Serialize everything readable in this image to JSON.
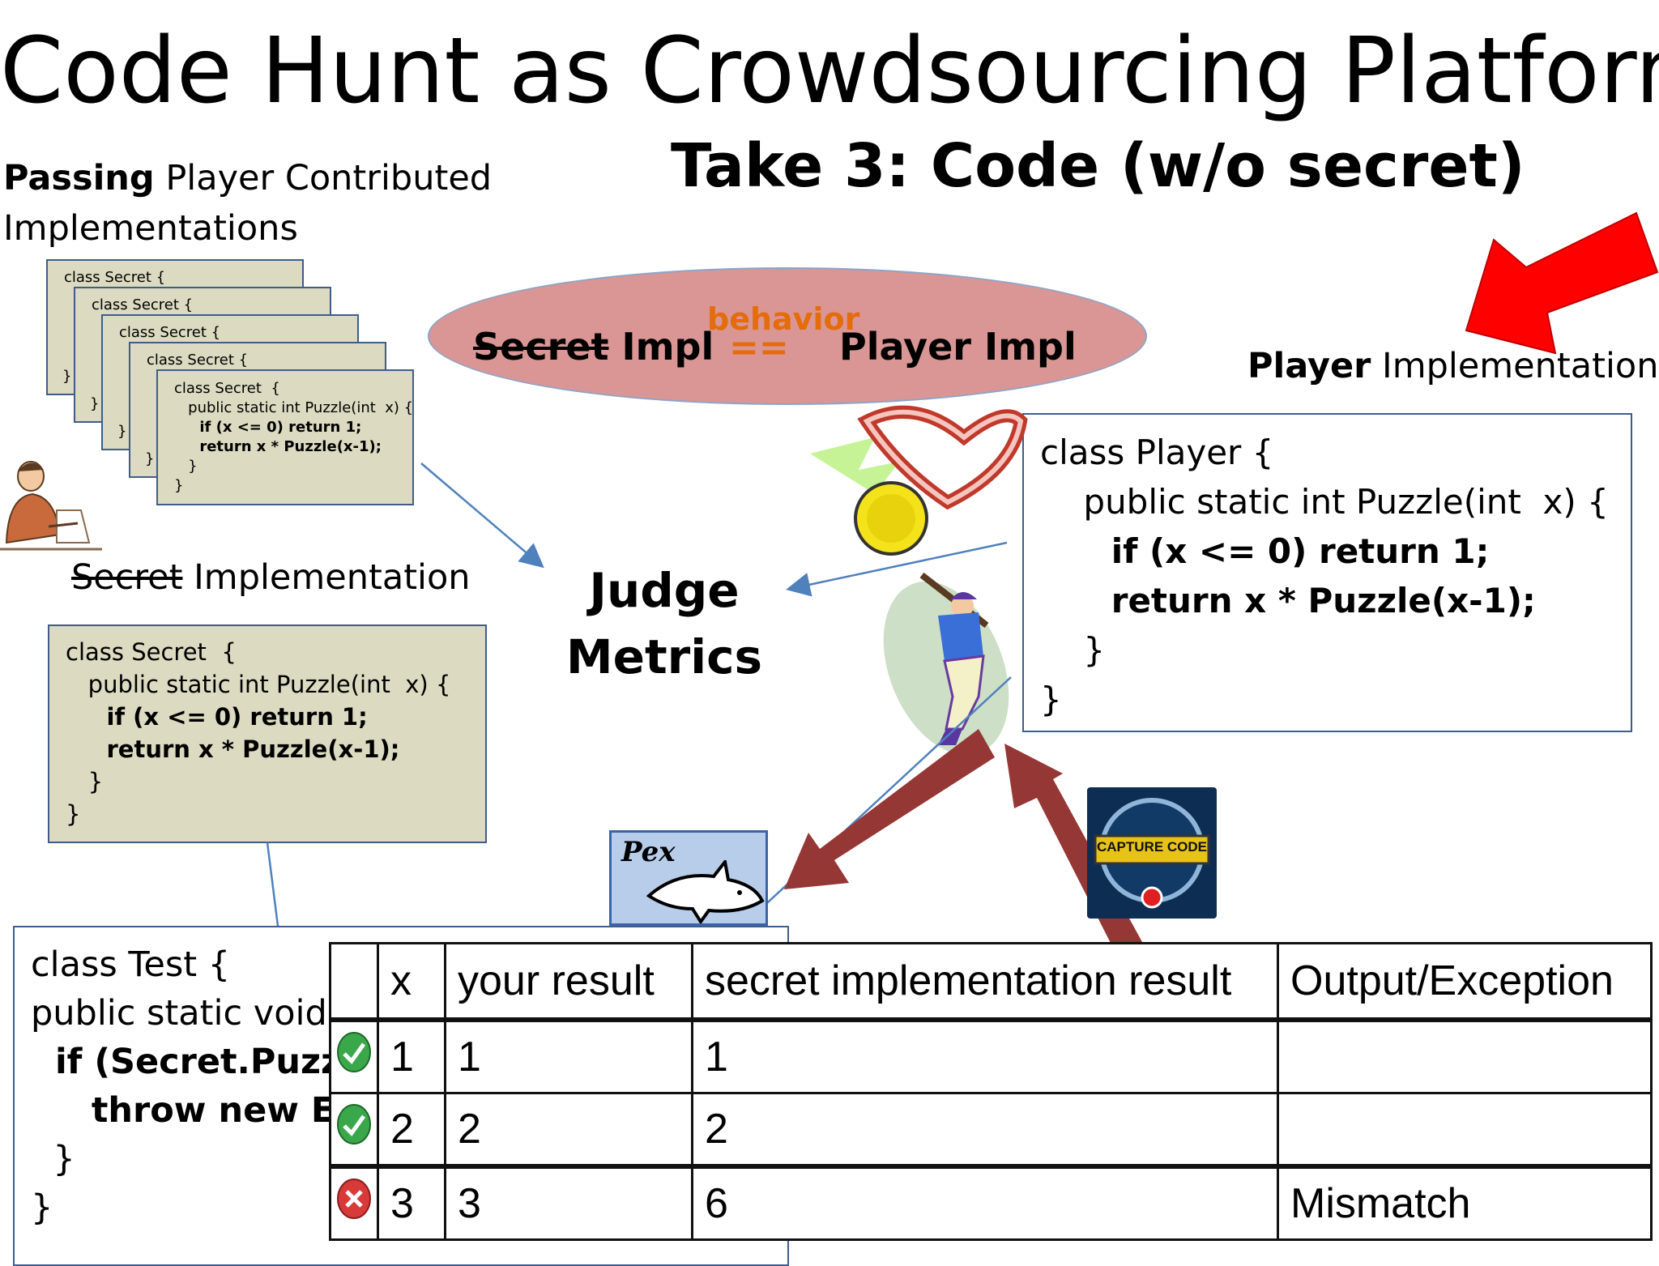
{
  "slide": {
    "title": "Code Hunt as Crowdsourcing Platform",
    "subtitle": "Take 3: Code (w/o secret)"
  },
  "passing": {
    "caption_bold": "Passing",
    "caption_rest": " Player Contributed",
    "caption_line2": "Implementations",
    "card_header": "class Secret  {",
    "card_close": "}",
    "front_lines": [
      "class Secret  {",
      "   public static int Puzzle(int  x) {",
      "     if (x <= 0) return 1;",
      "     return x * Puzzle(x-1);",
      "   }",
      "}"
    ]
  },
  "secret": {
    "caption_strike": "Secret",
    "caption_rest": " Implementation",
    "lines": [
      "class Secret  {",
      "   public static int Puzzle(int  x) {",
      "     if (x <= 0) return 1;",
      "     return x * Puzzle(x-1);",
      "   }",
      "}"
    ]
  },
  "equivalence": {
    "left_strike": "Secret",
    "left_rest": " Impl",
    "operator_label": "behavior",
    "operator": "==",
    "right": "Player Impl"
  },
  "player": {
    "caption_bold": "Player",
    "caption_rest": " Implementation",
    "lines": [
      "class Player {",
      "    public static int Puzzle(int  x) {",
      "      if (x <= 0) return 1;",
      "      return x * Puzzle(x-1);",
      "    }",
      "}"
    ]
  },
  "judge": {
    "line1": "Judge",
    "line2": "Metrics"
  },
  "tools": {
    "pex_label": "Pex",
    "capture_label": "CAPTURE CODE"
  },
  "test": {
    "lines": [
      "class Test {",
      "public static void",
      "  if (Secret.Puzzle",
      "     throw new Ex",
      "  }",
      "}"
    ]
  },
  "results": {
    "headers": [
      "",
      "x",
      "your result",
      "secret implementation result",
      "Output/Exception"
    ],
    "rows": [
      {
        "status": "pass",
        "x": "1",
        "your": "1",
        "secret": "1",
        "output": ""
      },
      {
        "status": "pass",
        "x": "2",
        "your": "2",
        "secret": "2",
        "output": ""
      },
      {
        "status": "fail",
        "x": "3",
        "your": "3",
        "secret": "6",
        "output": "Mismatch"
      }
    ]
  },
  "colors": {
    "ellipse": "#d99694",
    "behavior": "#e46c0a",
    "card": "#dcdac0",
    "arrow_red": "#ff0000",
    "arrow_dark": "#953735",
    "connector": "#4f81bd"
  }
}
